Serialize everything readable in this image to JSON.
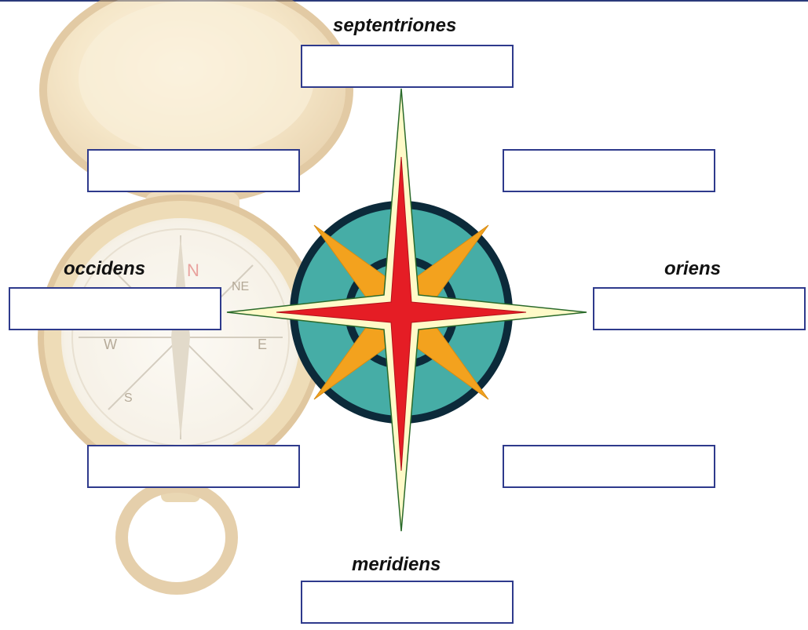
{
  "directions": {
    "north": "septentriones",
    "west": "occidens",
    "east": "oriens",
    "south": "meridiens"
  },
  "compass_letters": {
    "n": "N",
    "ne": "NE",
    "e": "E",
    "w": "W",
    "s": "S"
  },
  "colors": {
    "box_border": "#2e3a8c",
    "rose_outer_ring": "#0c2a3a",
    "rose_teal": "#46ada6",
    "rose_orange": "#f3a21e",
    "rose_red": "#e51d25",
    "rose_cream": "#fffac8",
    "rule": "#2a3a7a"
  }
}
